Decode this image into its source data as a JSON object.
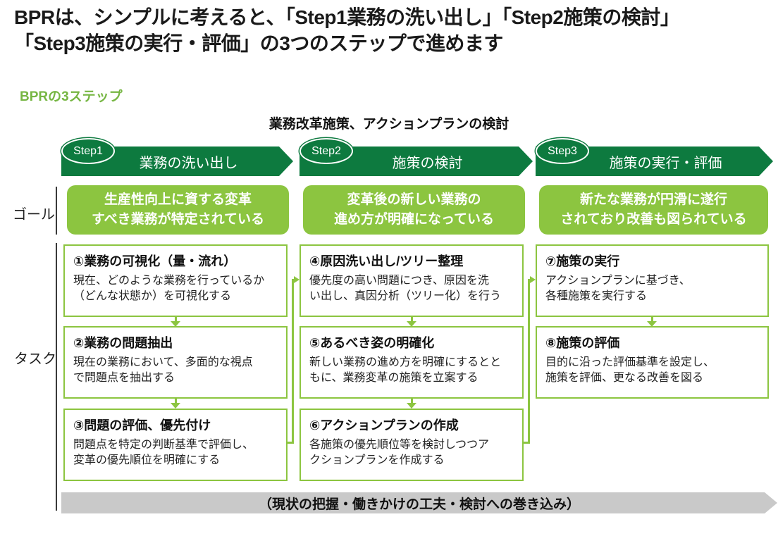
{
  "title": {
    "line1": "BPRは、シンプルに考えると、「Step1業務の洗い出し」「Step2施策の検討」",
    "line2": "「Step3施策の実行・評価」の3つのステップで進めます"
  },
  "subtitle": "BPRの3ステップ",
  "diagram": {
    "header": "業務改革施策、アクションプランの検討",
    "row_labels": {
      "goal": "ゴール",
      "task": "タスク"
    },
    "steps": [
      {
        "badge": "Step1",
        "label": "業務の洗い出し",
        "goal": "生産性向上に資する変革\nすべき業務が特定されている"
      },
      {
        "badge": "Step2",
        "label": "施策の検討",
        "goal": "変革後の新しい業務の\n進め方が明確になっている"
      },
      {
        "badge": "Step3",
        "label": "施策の実行・評価",
        "goal": "新たな業務が円滑に遂行\nされており改善も図られている"
      }
    ],
    "tasks": [
      {
        "title": "①業務の可視化（量・流れ）",
        "body": "現在、どのような業務を行っているか\n（どんな状態か）を可視化する"
      },
      {
        "title": "②業務の問題抽出",
        "body": "現在の業務において、多面的な視点\nで問題点を抽出する"
      },
      {
        "title": "③問題の評価、優先付け",
        "body": "問題点を特定の判断基準で評価し、\n変革の優先順位を明確にする"
      },
      {
        "title": "④原因洗い出し/ツリー整理",
        "body": "優先度の高い問題につき、原因を洗\nい出し、真因分析（ツリー化）を行う"
      },
      {
        "title": "⑤あるべき姿の明確化",
        "body": "新しい業務の進め方を明確にするとと\nもに、業務変革の施策を立案する"
      },
      {
        "title": "⑥アクションプランの作成",
        "body": "各施策の優先順位等を検討しつつア\nクションプランを作成する"
      },
      {
        "title": "⑦施策の実行",
        "body": "アクションプランに基づき、\n各種施策を実行する"
      },
      {
        "title": "⑧施策の評価",
        "body": "目的に沿った評価基準を設定し、\n施策を評価、更なる改善を図る"
      }
    ],
    "bottom_arrow": "（現状の把握・働きかけの工夫・検討への巻き込み）"
  },
  "colors": {
    "dark_green": "#0d7a3f",
    "light_green": "#8cc540",
    "subtitle_green": "#76b643",
    "process_gray": "#c9c9c9",
    "text": "#1a1a1a"
  }
}
